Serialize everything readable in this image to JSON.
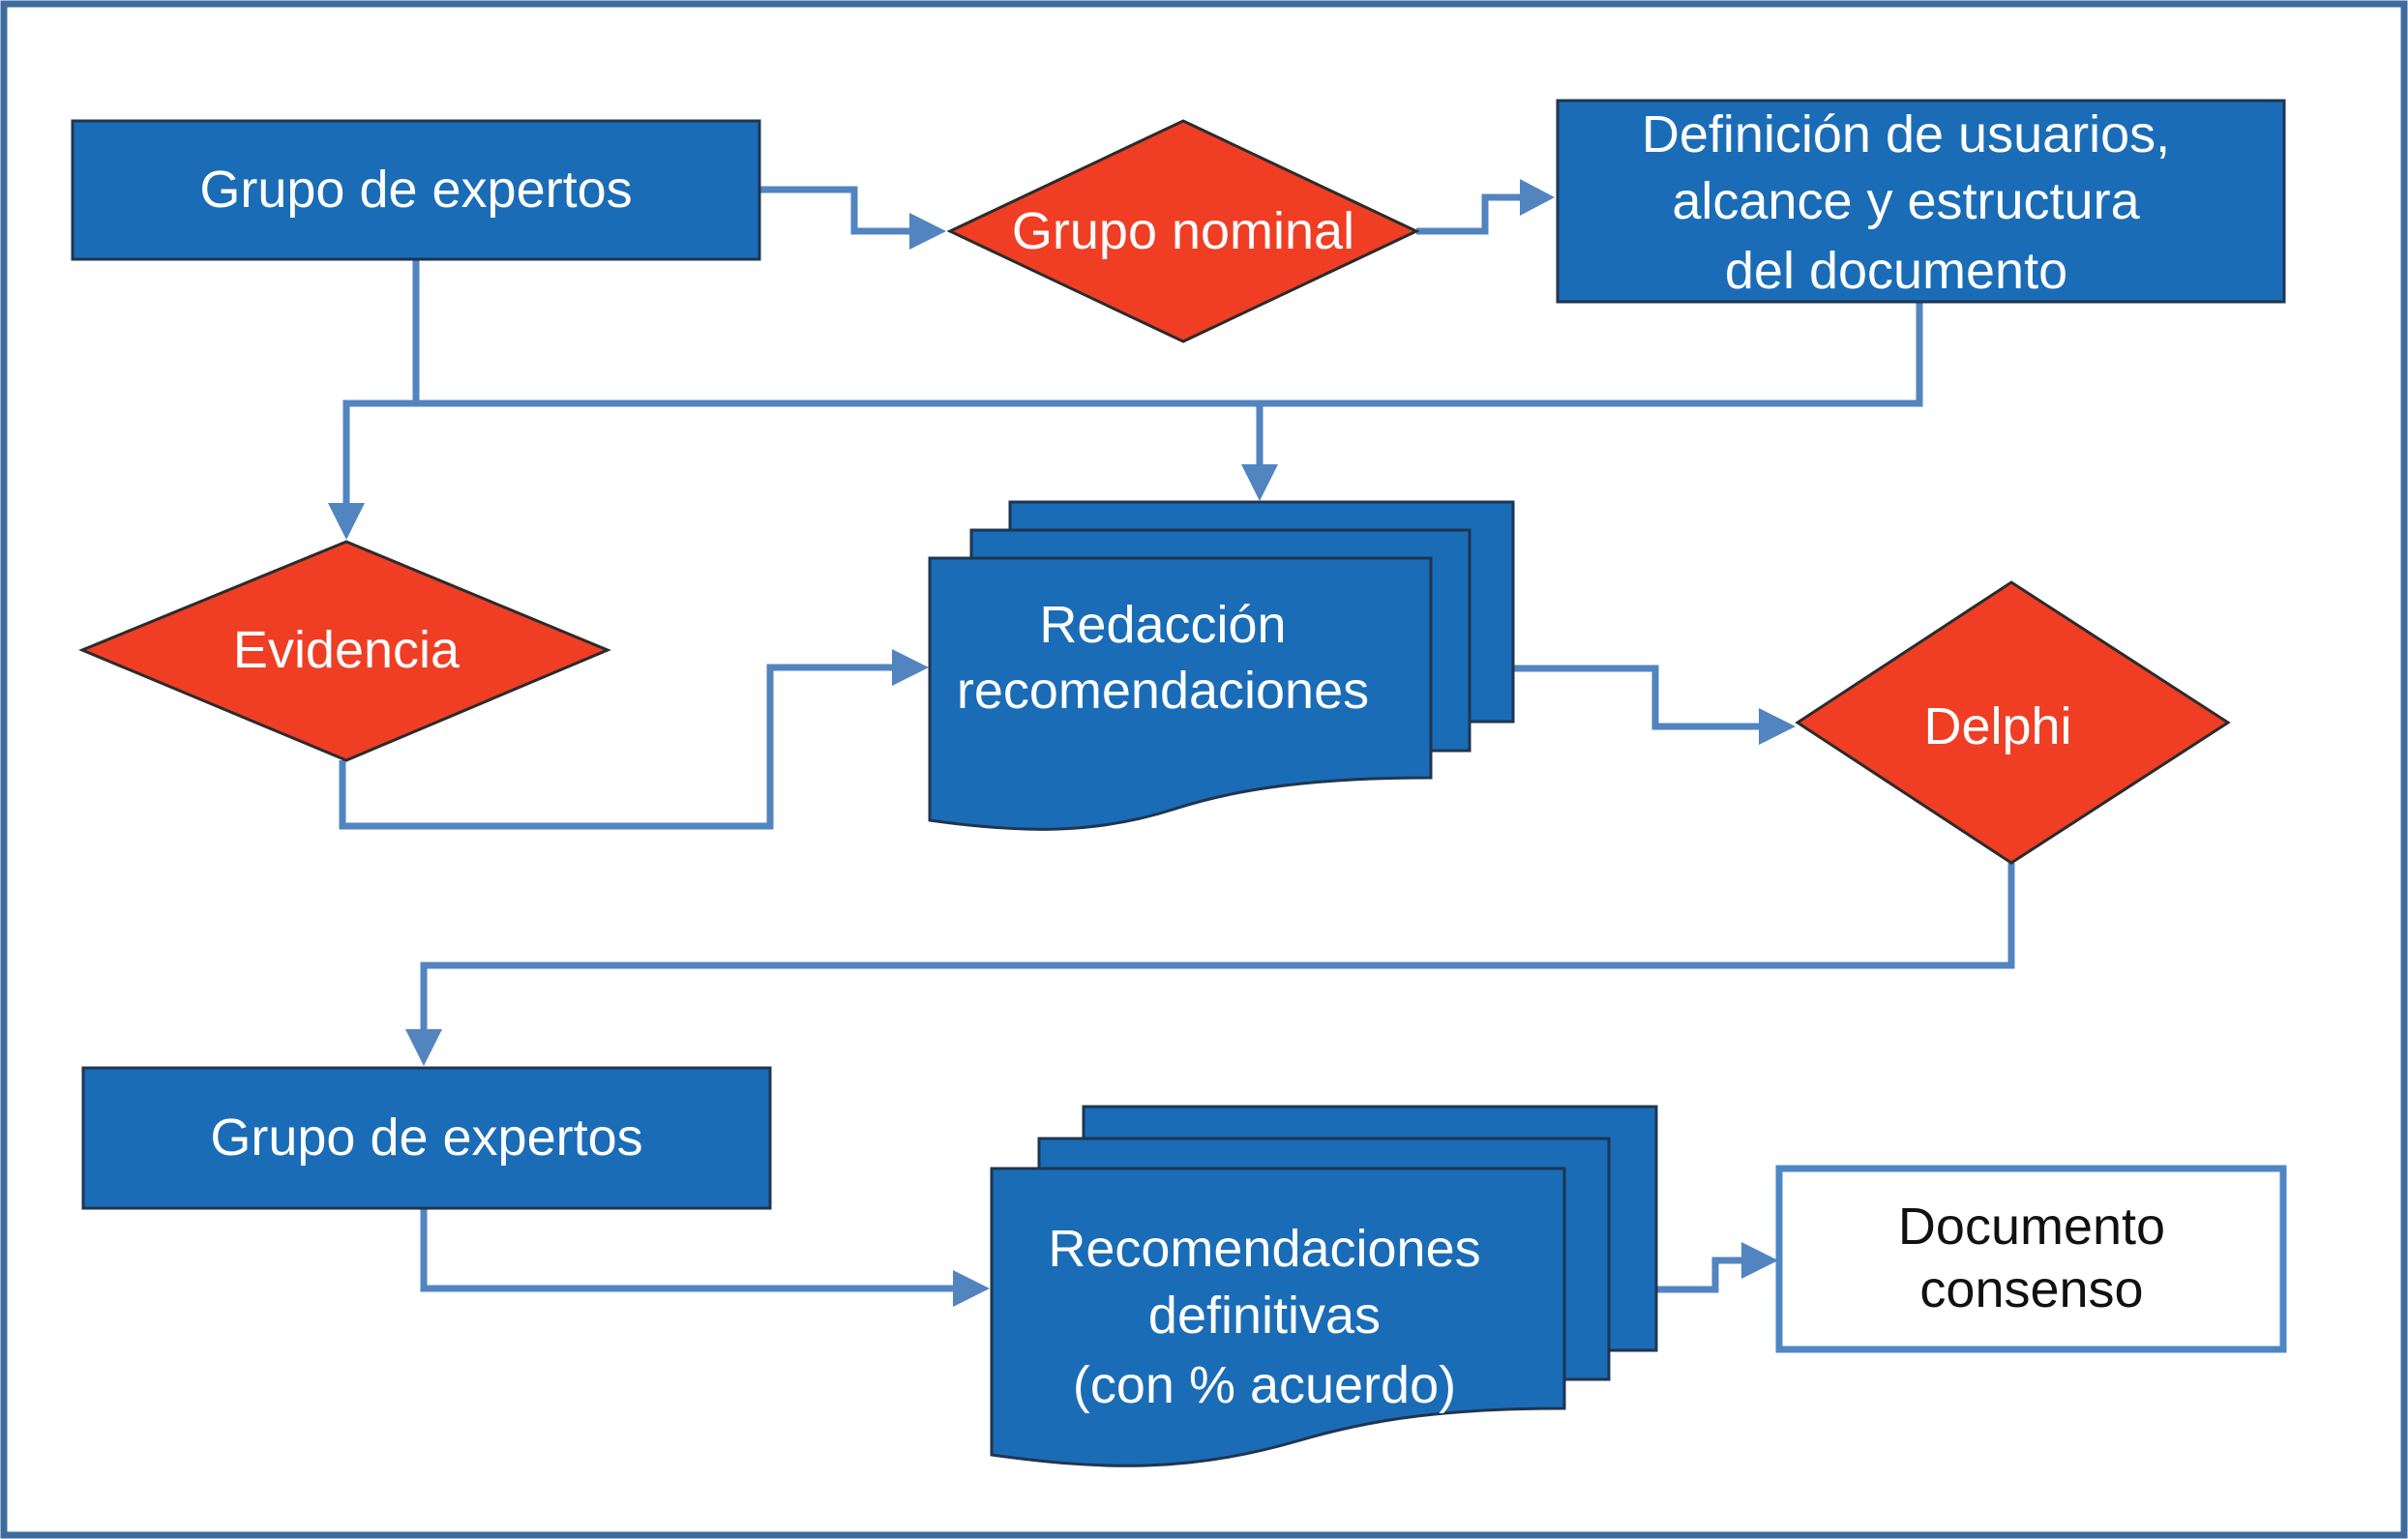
{
  "nodes": {
    "grupo_expertos_top": {
      "lines": [
        "Grupo de expertos"
      ]
    },
    "grupo_nominal": {
      "lines": [
        "Grupo nominal"
      ]
    },
    "definicion": {
      "lines": [
        "Definición de usuarios,",
        "alcance  y estructura",
        "del documento"
      ]
    },
    "evidencia": {
      "lines": [
        "Evidencia"
      ]
    },
    "redaccion": {
      "lines": [
        "Redacción",
        "recomendaciones"
      ]
    },
    "delphi": {
      "lines": [
        "Delphi"
      ]
    },
    "grupo_expertos_bottom": {
      "lines": [
        "Grupo de expertos"
      ]
    },
    "recomendaciones_definitivas": {
      "lines": [
        "Recomendaciones",
        "definitivas",
        "(con % acuerdo)"
      ]
    },
    "documento_consenso": {
      "lines": [
        "Documento",
        "consenso"
      ]
    }
  },
  "colors": {
    "box_blue": "#1a6cb6",
    "diamond_red": "#ef3e24",
    "connector_blue": "#5284c0",
    "frame_blue": "#3f6c9f"
  }
}
